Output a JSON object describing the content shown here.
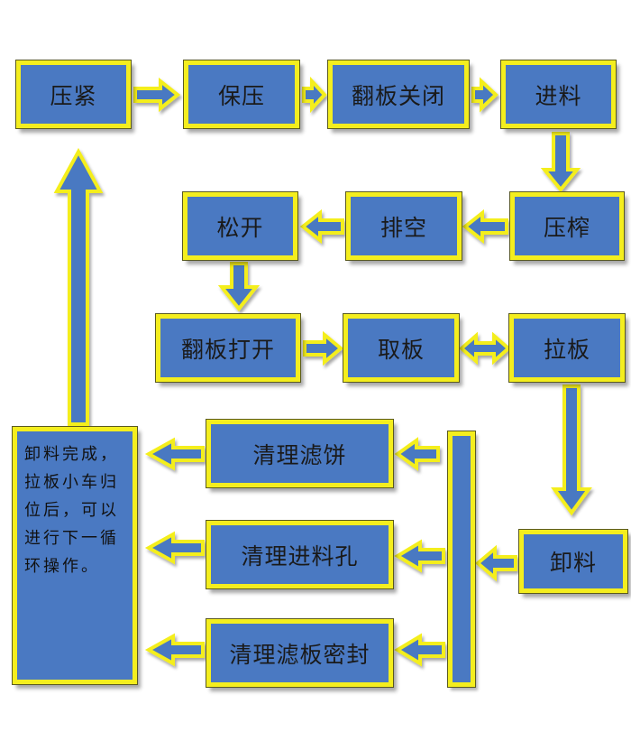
{
  "nodes": {
    "press": "压紧",
    "hold": "保压",
    "flap_close": "翻板关闭",
    "feed": "进料",
    "squeeze": "压榨",
    "vent": "排空",
    "loosen": "松开",
    "flap_open": "翻板打开",
    "take_plate": "取板",
    "pull_plate": "拉板",
    "discharge": "卸料",
    "clean_cake": "清理滤饼",
    "clean_inlet": "清理进料孔",
    "clean_seal": "清理滤板密封"
  },
  "note": "卸料完成，拉板小车归位后，可以进行下一循环操作。",
  "colors": {
    "box_fill": "#4a79c2",
    "box_border": "#f4ee1e",
    "arrow_fill": "#4a79c2",
    "arrow_stroke": "#f4ee1e"
  }
}
